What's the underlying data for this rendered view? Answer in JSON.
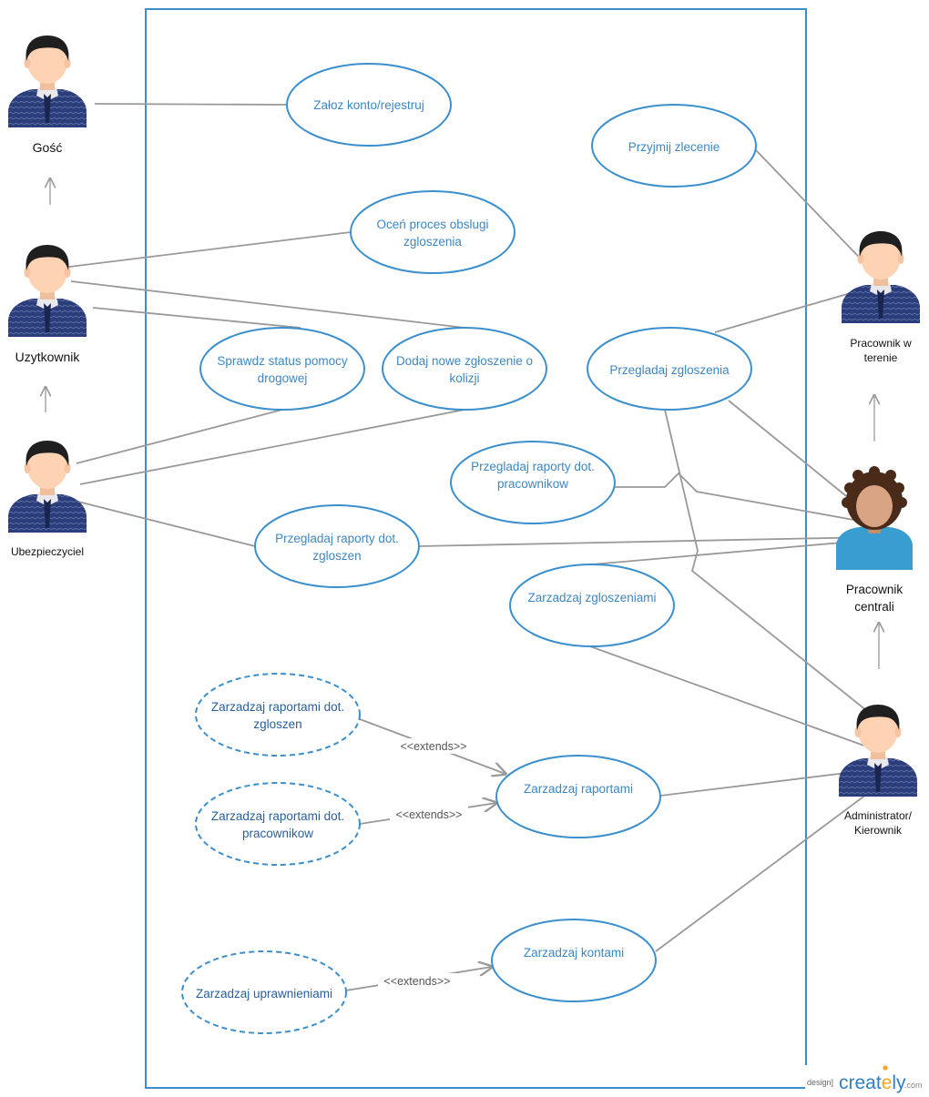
{
  "actors": {
    "gosc": "Gość",
    "uzytkownik": "Uzytkownik",
    "ubezpieczyciel": "Ubezpieczyciel",
    "pracownik_teren": [
      "Pracownik w",
      "terenie"
    ],
    "pracownik_centrali": [
      "Pracownik",
      "centrali"
    ],
    "administrator": [
      "Administrator/",
      "Kierownik"
    ]
  },
  "use_cases": {
    "zaloz_konto": [
      "Załoz konto/rejestruj"
    ],
    "przyjmij": [
      "Przyjmij zlecenie"
    ],
    "ocen": [
      "Oceń proces obslugi",
      "zgloszenia"
    ],
    "sprawdz": [
      "Sprawdz status pomocy",
      "drogowej"
    ],
    "dodaj": [
      "Dodaj nowe zgłoszenie o",
      "kolizji"
    ],
    "przegladaj_zgl": [
      "Przegladaj zgloszenia"
    ],
    "przegladaj_rap_prac": [
      "Przegladaj raporty dot.",
      "pracownikow"
    ],
    "przegladaj_rap_zgl": [
      "Przegladaj raporty dot.",
      "zgloszen"
    ],
    "zarzadzaj_zgl": [
      "Zarzadzaj zgloszeniami"
    ],
    "zarzadzaj_rap_zgl": [
      "Zarzadzaj raportami dot.",
      "zgloszen"
    ],
    "zarzadzaj_rap_prac": [
      "Zarzadzaj raportami dot.",
      "pracownikow"
    ],
    "zarzadzaj_raportami": [
      "Zarzadzaj raportami"
    ],
    "zarzadzaj_uprawn": [
      "Zarzadzaj uprawnieniami"
    ],
    "zarzadzaj_kontami": [
      "Zarzadzaj kontami"
    ]
  },
  "relations": {
    "extends": "<<extends>>"
  },
  "watermark": {
    "prefix": "design]",
    "logo_a": "creat",
    "logo_b": "e",
    "logo_c": "ly",
    "suffix": ".com"
  },
  "colors": {
    "boundary": "#3b8fcc",
    "ellipse_stroke": "#3b8fcc",
    "line": "#999999",
    "shirt": "#2b3d7a",
    "skin": "#fdd3b4",
    "hair": "#1f1f1f",
    "woman_top": "#3a9dd0"
  }
}
